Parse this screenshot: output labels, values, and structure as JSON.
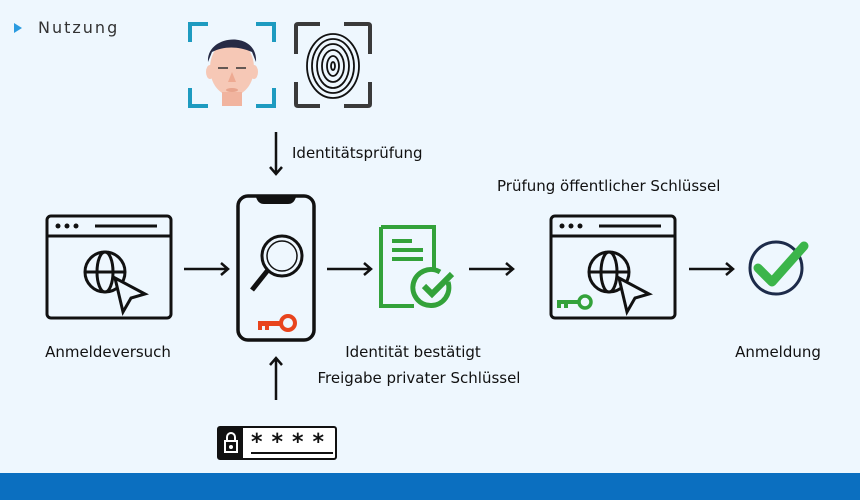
{
  "section": {
    "title": "Nutzung"
  },
  "labels": {
    "identity_check": "Identitätsprüfung",
    "login_attempt": "Anmeldeversuch",
    "identity_confirmed": "Identität bestätigt",
    "private_key_release": "Freigabe privater Schlüssel",
    "public_key_check": "Prüfung öffentlicher Schlüssel",
    "login": "Anmeldung"
  },
  "password_mask": "****",
  "colors": {
    "background": "#eef7fe",
    "accent_blue": "#1e9bc0",
    "green": "#33a23a",
    "key_red": "#e8441d",
    "bottom_bar": "#0b6fc0",
    "check_green": "#3bb54a",
    "circle_navy": "#1d2b4a"
  }
}
